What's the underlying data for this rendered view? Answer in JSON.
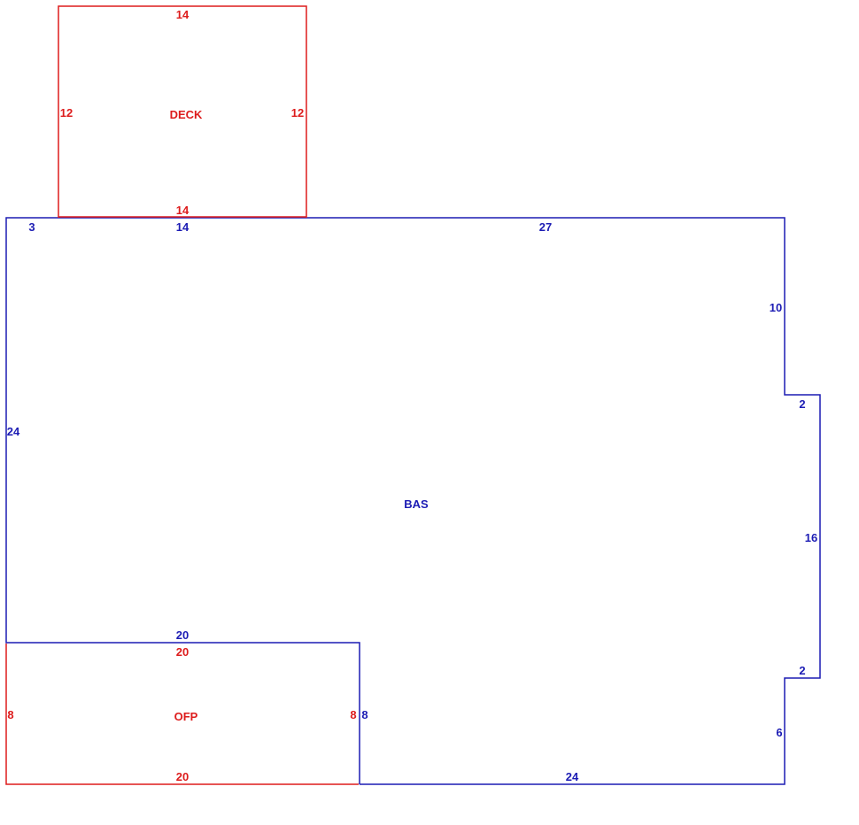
{
  "colors": {
    "blue": "#1c1cb4",
    "red": "#dd1c1c"
  },
  "deck": {
    "name": "DECK",
    "top": "14",
    "bottom": "14",
    "left": "12",
    "right": "12"
  },
  "bas": {
    "name": "BAS",
    "top_left": "3",
    "top_mid": "14",
    "top_right": "27",
    "right_upper": "10",
    "notch_top": "2",
    "notch_side": "16",
    "notch_bottom": "2",
    "right_lower": "6",
    "bottom": "24",
    "left": "24",
    "ofp_edge_top": "20",
    "ofp_edge_right": "8"
  },
  "ofp": {
    "name": "OFP",
    "top": "20",
    "bottom": "20",
    "left": "8",
    "right": "8"
  }
}
